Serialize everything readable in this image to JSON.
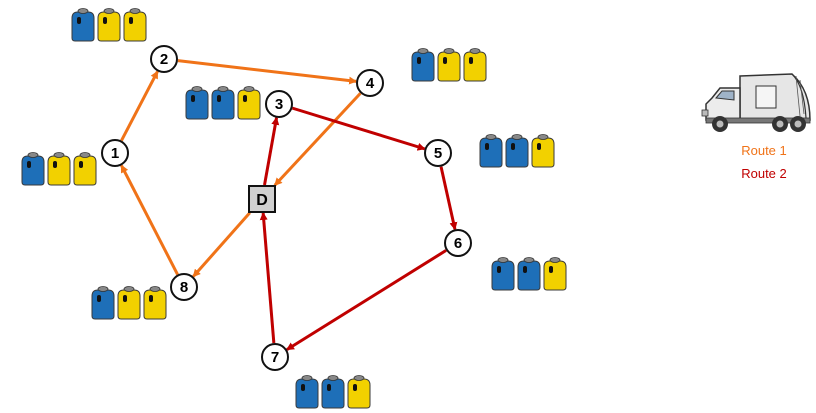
{
  "colors": {
    "route1": "#F07318",
    "route2": "#C00000",
    "bin_blue": "#1E6FB8",
    "bin_yellow": "#F2D100",
    "depot_fill": "#D0D0D0"
  },
  "depot": {
    "label": "D"
  },
  "nodes": [
    {
      "id": "1",
      "label": "1",
      "bins": [
        "blue",
        "yellow",
        "yellow"
      ]
    },
    {
      "id": "2",
      "label": "2",
      "bins": [
        "blue",
        "yellow",
        "yellow"
      ]
    },
    {
      "id": "3",
      "label": "3",
      "bins": [
        "blue",
        "blue",
        "yellow"
      ]
    },
    {
      "id": "4",
      "label": "4",
      "bins": [
        "blue",
        "yellow",
        "yellow"
      ]
    },
    {
      "id": "5",
      "label": "5",
      "bins": [
        "blue",
        "blue",
        "yellow"
      ]
    },
    {
      "id": "6",
      "label": "6",
      "bins": [
        "blue",
        "blue",
        "yellow"
      ]
    },
    {
      "id": "7",
      "label": "7",
      "bins": [
        "blue",
        "blue",
        "yellow"
      ]
    },
    {
      "id": "8",
      "label": "8",
      "bins": [
        "blue",
        "yellow",
        "yellow"
      ]
    }
  ],
  "routes": [
    {
      "name": "Route 1",
      "color_key": "route1",
      "sequence": [
        "D",
        "8",
        "1",
        "2",
        "4",
        "D"
      ]
    },
    {
      "name": "Route 2",
      "color_key": "route2",
      "sequence": [
        "D",
        "3",
        "5",
        "6",
        "7",
        "D"
      ]
    }
  ],
  "legend": {
    "truck_icon": "garbage-truck-icon",
    "route1_label": "Route 1",
    "route2_label": "Route 2"
  }
}
